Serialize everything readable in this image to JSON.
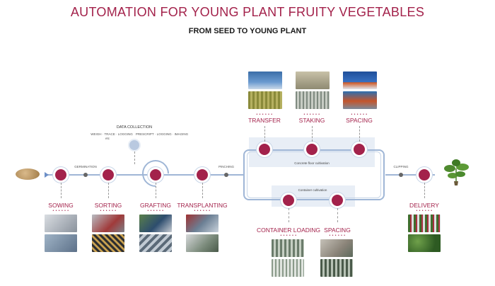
{
  "header": {
    "title": "AUTOMATION FOR YOUNG PLANT FRUITY VEGETABLES",
    "subtitle": "FROM SEED TO YOUNG PLANT"
  },
  "labels": {
    "germination": "GERMINATION",
    "pinching": "PINCHING",
    "clipping": "CLIPPING",
    "data_collection": "DATA COLLECTION",
    "data_left": "WEIGH · TRACE · LOGGING",
    "data_left2": "etc",
    "data_right": "PRESCRIPT · LOGGING · IMAGING",
    "concrete": "Concrete floor cultivation",
    "container": "Container cultivation"
  },
  "steps": {
    "sowing": "SOWING",
    "sorting": "SORTING",
    "grafting": "GRAFTING",
    "transplanting": "TRANSPLANTING",
    "transfer": "TRANSFER",
    "staking": "STAKING",
    "spacing_top": "SPACING",
    "container_loading": "CONTAINER LOADING",
    "spacing_bottom": "SPACING",
    "delivery": "DELIVERY"
  },
  "dots": "• • • • • •",
  "colors": {
    "accent": "#a3224b",
    "line": "#9fb6d6",
    "panel": "#e8eef6"
  }
}
